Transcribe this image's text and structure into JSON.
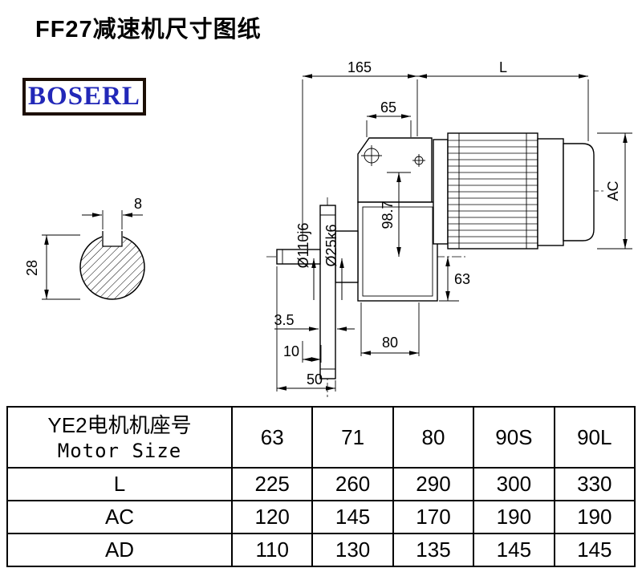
{
  "page": {
    "title": "FF27减速机尺寸图纸",
    "brand": "BOSERL"
  },
  "drawing": {
    "labels": {
      "len165": "165",
      "lenL": "L",
      "len65": "65",
      "ac": "AC",
      "d98": "98.7",
      "dia110": "Ø110j6",
      "dia25": "Ø25k6",
      "len63": "63",
      "len35": "3.5",
      "len80": "80",
      "len10": "10",
      "len50": "50",
      "key8": "8",
      "key28": "28"
    }
  },
  "table": {
    "header": {
      "label_cn": "YE2电机机座号",
      "label_en": "Motor Size",
      "sizes": [
        "63",
        "71",
        "80",
        "90S",
        "90L"
      ]
    },
    "rows": [
      {
        "label": "L",
        "values": [
          "225",
          "260",
          "290",
          "300",
          "330"
        ]
      },
      {
        "label": "AC",
        "values": [
          "120",
          "145",
          "170",
          "190",
          "190"
        ]
      },
      {
        "label": "AD",
        "values": [
          "110",
          "130",
          "135",
          "145",
          "145"
        ]
      }
    ]
  }
}
